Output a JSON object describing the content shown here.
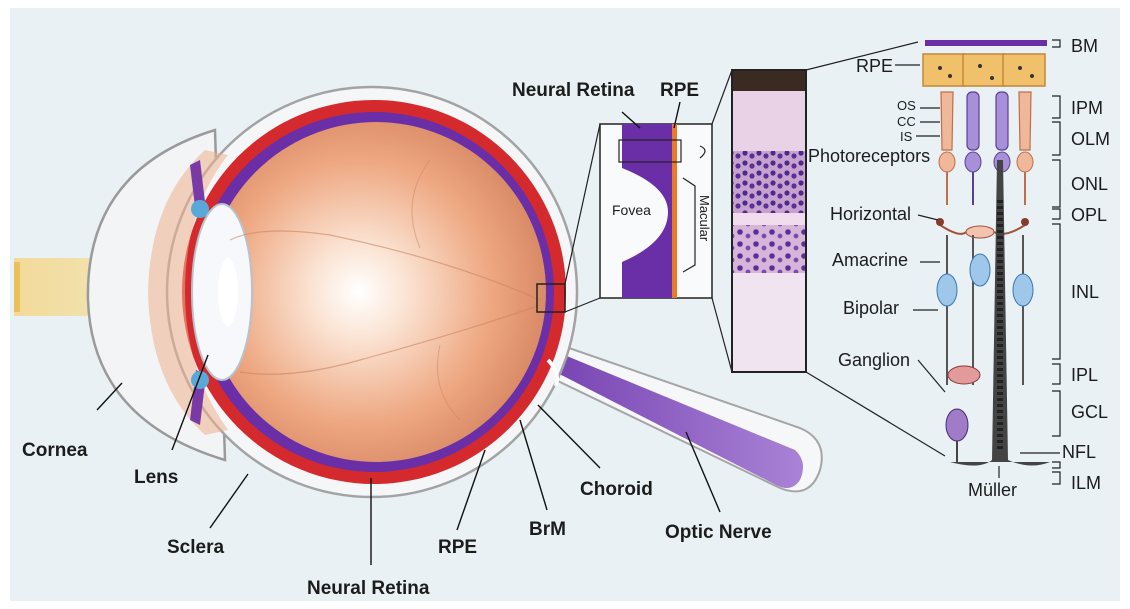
{
  "eye_labels": {
    "cornea": "Cornea",
    "lens": "Lens",
    "sclera": "Sclera",
    "neural_retina_bottom": "Neural Retina",
    "rpe_bottom": "RPE",
    "brm": "BrM",
    "choroid": "Choroid",
    "optic_nerve": "Optic Nerve"
  },
  "inset_labels": {
    "neural_retina_top": "Neural Retina",
    "rpe_top": "RPE",
    "fovea": "Fovea",
    "macular": "Macular"
  },
  "cell_labels": {
    "rpe": "RPE",
    "os": "OS",
    "cc": "CC",
    "is": "IS",
    "photoreceptors": "Photoreceptors",
    "horizontal": "Horizontal",
    "amacrine": "Amacrine",
    "bipolar": "Bipolar",
    "ganglion": "Ganglion",
    "muller": "Müller"
  },
  "layer_labels": {
    "bm": "BM",
    "ipm": "IPM",
    "olm": "OLM",
    "onl": "ONL",
    "opl": "OPL",
    "inl": "INL",
    "ipl": "IPL",
    "gcl": "GCL",
    "nfl": "NFL",
    "ilm": "ILM"
  },
  "colors": {
    "background": "#e9f1f5",
    "sclera_red": "#d42a2d",
    "retina_purple": "#6a2ea6",
    "eyeball": "#f0b08e",
    "optic_nerve": "#8e5cc0",
    "rpe_orange": "#e87a2a"
  }
}
